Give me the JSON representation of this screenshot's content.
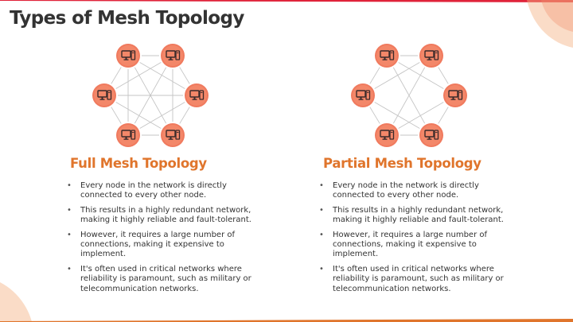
{
  "title": "Types of Mesh Topology",
  "colors": {
    "accent": "#e0752c",
    "node_fill": "#f07a5e",
    "node_inner": "#f9a07d",
    "edge": "#c4c4c4",
    "deco_red": "#e0233a",
    "deco_orange": "#f4b183"
  },
  "icons": {
    "node": "desktop-computer-icon",
    "bullet": "bullet-dot"
  },
  "sections": [
    {
      "id": "full",
      "heading": "Full Mesh Topology",
      "bullets": [
        "Every node in the network is directly connected to every other node.",
        "This results in a highly redundant network, making it highly reliable and fault-tolerant.",
        "However, it requires a large number of connections, making it expensive to implement.",
        "It's often used in critical networks where reliability is paramount, such as military or telecommunication networks."
      ]
    },
    {
      "id": "partial",
      "heading": "Partial Mesh Topology",
      "bullets": [
        "Every node in the network is directly connected to every other node.",
        "This results in a highly redundant network, making it highly reliable and fault-tolerant.",
        "However, it requires a large number of connections, making it expensive to implement.",
        "It's often used in critical networks where reliability is paramount, such as military or telecommunication networks."
      ]
    }
  ]
}
